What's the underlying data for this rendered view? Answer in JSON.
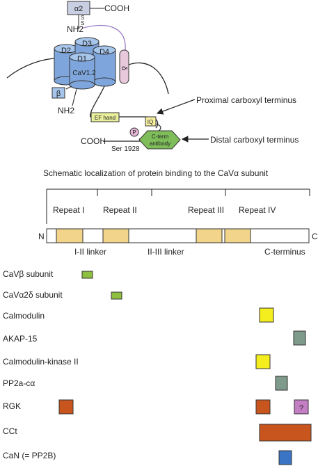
{
  "top": {
    "alpha2_label": "α2",
    "cooh_top": "COOH",
    "s1": "S",
    "s2": "S",
    "nh2_top": "NH2",
    "d1": "D1",
    "d2": "D2",
    "d3": "D3",
    "d4": "D4",
    "cav_label": "CaV1.2",
    "delta": "δ",
    "beta": "β",
    "nh2_bottom": "NH2",
    "ef_hand": "EF hand",
    "iq": "IQ",
    "cooh_bottom": "COOH",
    "p": "P",
    "ser": "Ser 1928",
    "cterm_antibody_1": "C-term",
    "cterm_antibody_2": "antibody",
    "proximal": "Proximal carboxyl terminus",
    "distal": "Distal carboxyl terminus"
  },
  "schematic": {
    "title": "Schematic localization of protein binding to the CaVα subunit",
    "repeats": [
      "Repeat I",
      "Repeat II",
      "Repeat III",
      "Repeat IV"
    ],
    "n_label": "N",
    "c_label": "C",
    "linkers": [
      "I-II linker",
      "II-III linker",
      "C-terminus"
    ]
  },
  "binding": [
    {
      "label": "CaVβ subunit",
      "color": "#8fbf3f",
      "marker": ""
    },
    {
      "label": "CaVα2δ subunit",
      "color": "#8fbf3f",
      "marker": ""
    },
    {
      "label": "Calmodulin",
      "color": "#f5ee1e",
      "marker": ""
    },
    {
      "label": "AKAP-15",
      "color": "#7e9a8a",
      "marker": ""
    },
    {
      "label": "Calmodulin-kinase II",
      "color": "#f5ee1e",
      "marker": ""
    },
    {
      "label": "PP2a-cα",
      "color": "#7e9a8a",
      "marker": ""
    },
    {
      "label": "RGK",
      "color": "#c8541e",
      "marker": "?"
    },
    {
      "label": "CCt",
      "color": "#c8541e",
      "marker": ""
    },
    {
      "label": "CaN (= PP2B)",
      "color": "#3a74c4",
      "marker": ""
    }
  ],
  "colors": {
    "domain_fill": "#7fa6dc",
    "delta_fill": "#e8c9dc",
    "beta_fill": "#a7c6ec",
    "ef_fill": "#e9ef9a",
    "iq_fill": "#f6eea0",
    "p_fill": "#e6b6d6",
    "antibody_fill": "#7ebd5a",
    "repeat_fill": "#f2d48a",
    "rgk_unknown": "#c47fc4"
  }
}
